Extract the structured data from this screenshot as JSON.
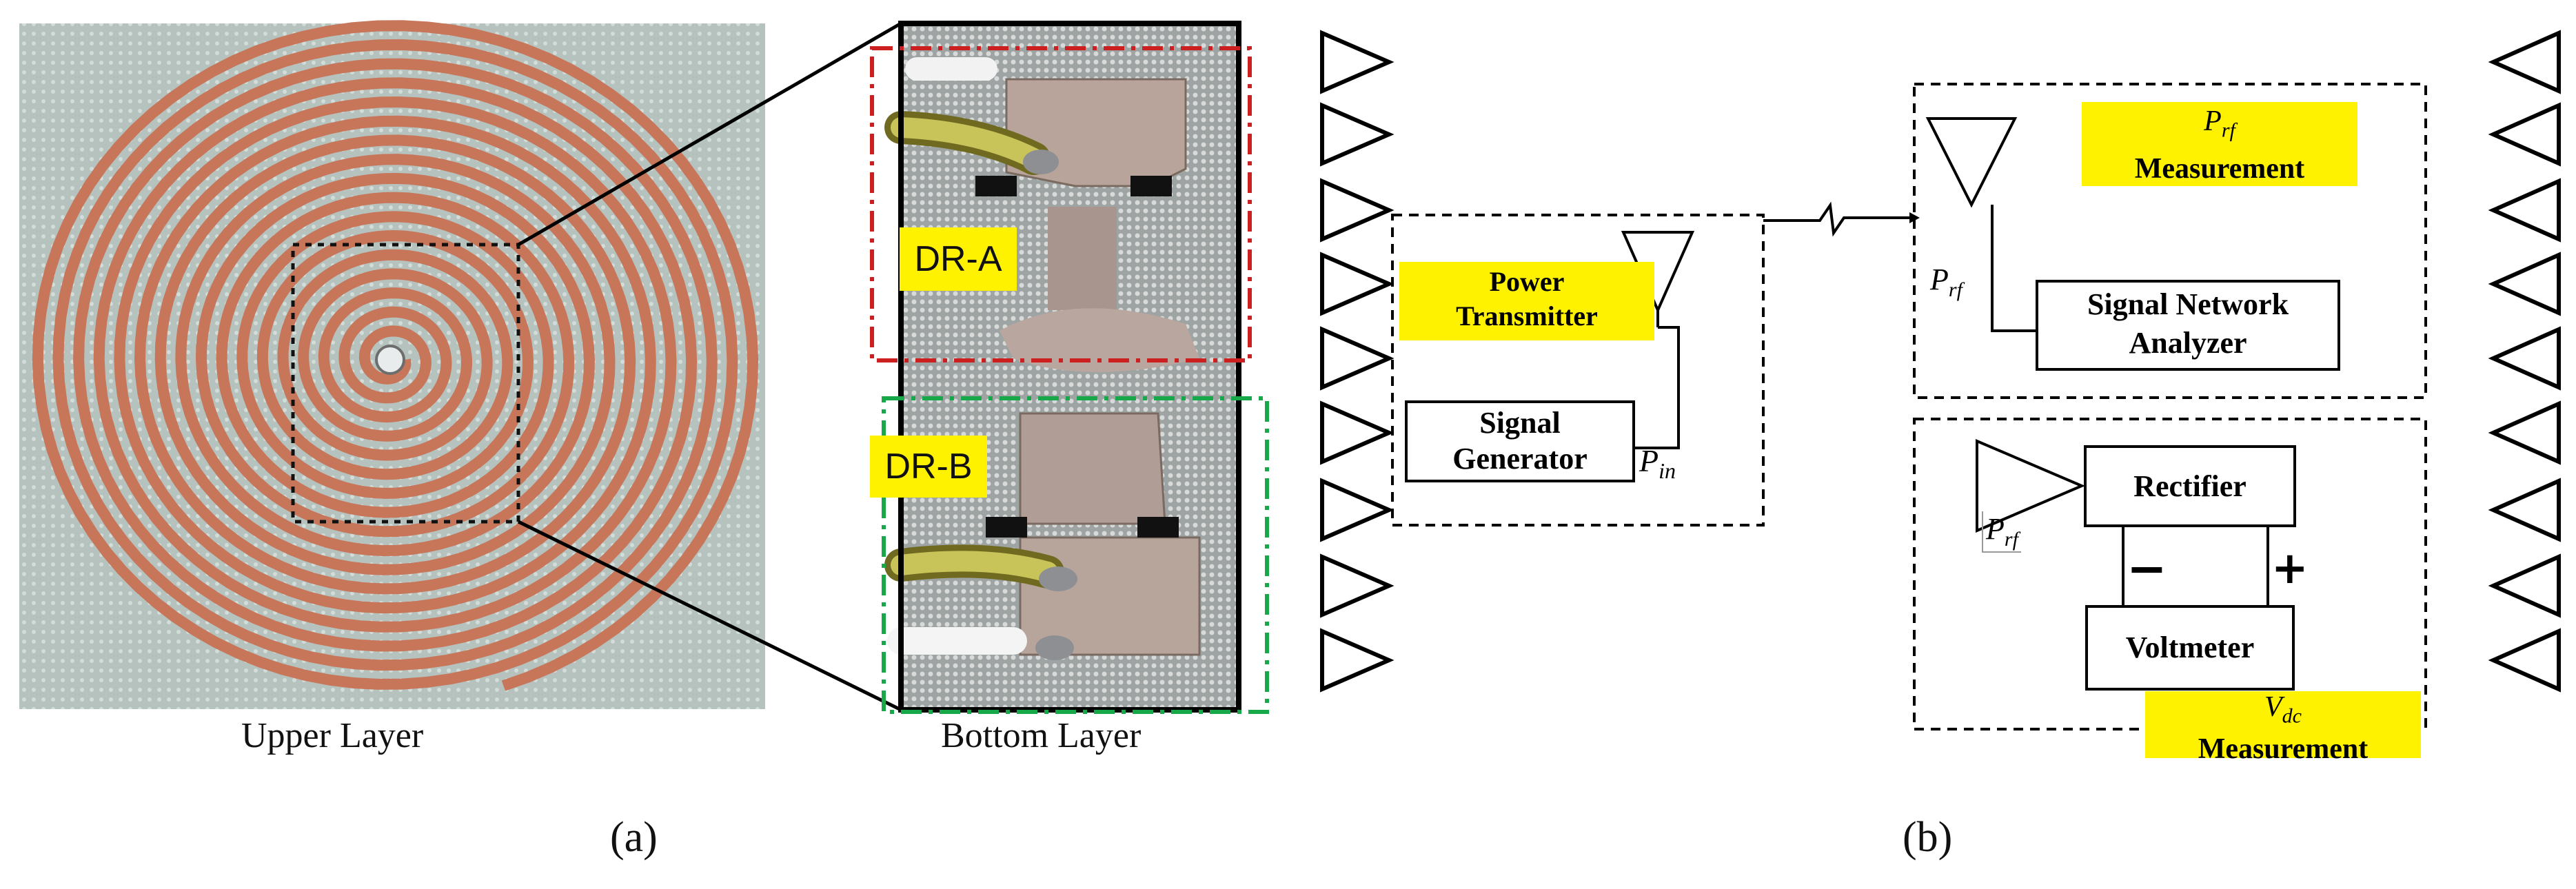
{
  "panel_a": {
    "upper_caption": "Upper Layer",
    "bottom_caption": "Bottom Layer",
    "label_dr_a": "DR-A",
    "label_dr_b": "DR-B",
    "sublabel": "(a)"
  },
  "panel_b": {
    "power_transmitter": [
      "Power",
      "Transmitter"
    ],
    "signal_generator": [
      "Signal",
      "Generator"
    ],
    "p_in": {
      "base": "P",
      "sub": "in"
    },
    "prf_measurement": {
      "symbol": "P",
      "sub": "rf",
      "label": "Measurement"
    },
    "p_rf_label": {
      "base": "P",
      "sub": "rf"
    },
    "signal_network_analyzer": [
      "Signal Network",
      "Analyzer"
    ],
    "rectifier": "Rectifier",
    "rectifier_input": {
      "base": "P",
      "sub": "rf"
    },
    "minus": "−",
    "plus": "+",
    "voltmeter": "Voltmeter",
    "vdc_measurement": {
      "symbol": "V",
      "sub": "dc",
      "label": "Measurement"
    },
    "sublabel": "(b)"
  },
  "colors": {
    "label_bg": "#fff200",
    "copper": "#c7765a",
    "substrate": "#b8c4c0",
    "dr_a_box": "#cc1f1f",
    "dr_b_box": "#17a84a",
    "ink": "#000000"
  }
}
